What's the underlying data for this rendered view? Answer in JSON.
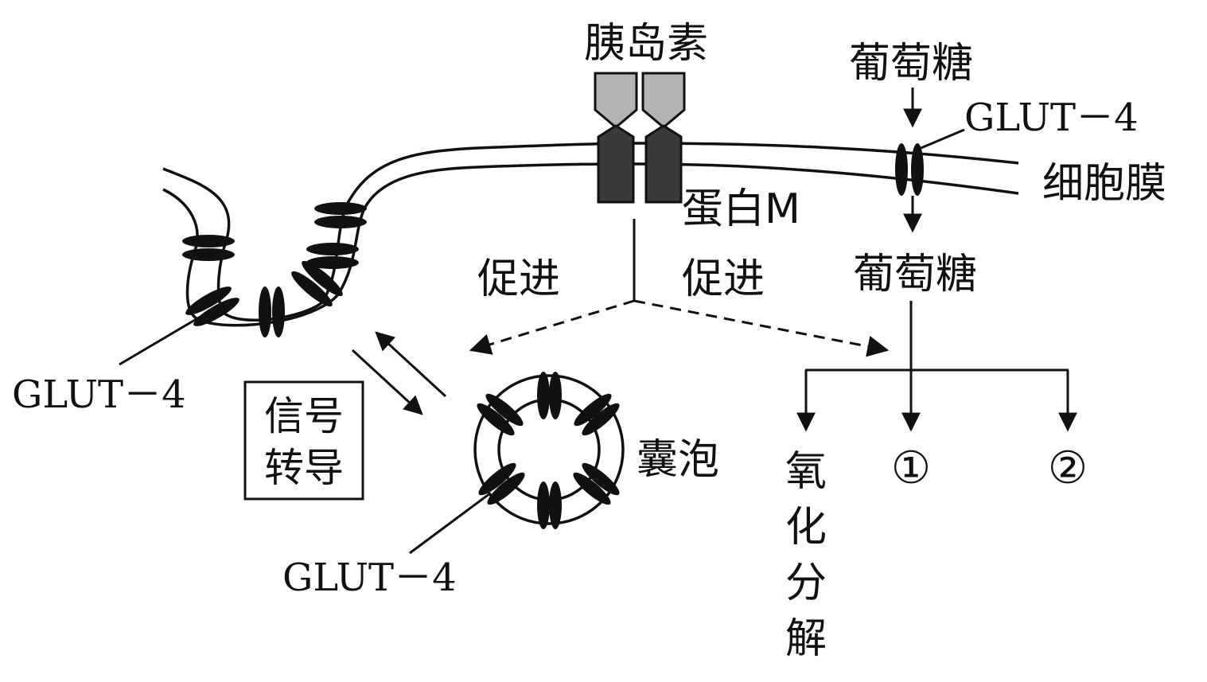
{
  "labels": {
    "insulin": "胰岛素",
    "glucose_out": "葡萄糖",
    "glucose_in": "葡萄糖",
    "glut4_membrane": "GLUT－4",
    "glut4_left": "GLUT－4",
    "glut4_vesicle": "GLUT－4",
    "cell_membrane": "细胞膜",
    "protein_m": "蛋白M",
    "promote_left": "促进",
    "promote_right": "促进",
    "signal_line1": "信号",
    "signal_line2": "转导",
    "vesicle": "囊泡",
    "oxidation_1": "氧",
    "oxidation_2": "化",
    "oxidation_3": "分",
    "oxidation_4": "解",
    "fate_1": "①",
    "fate_2": "②"
  },
  "colors": {
    "insulin_fill": "#b3b3b3",
    "receptor_fill": "#3a3a3a",
    "ink": "#111111"
  }
}
